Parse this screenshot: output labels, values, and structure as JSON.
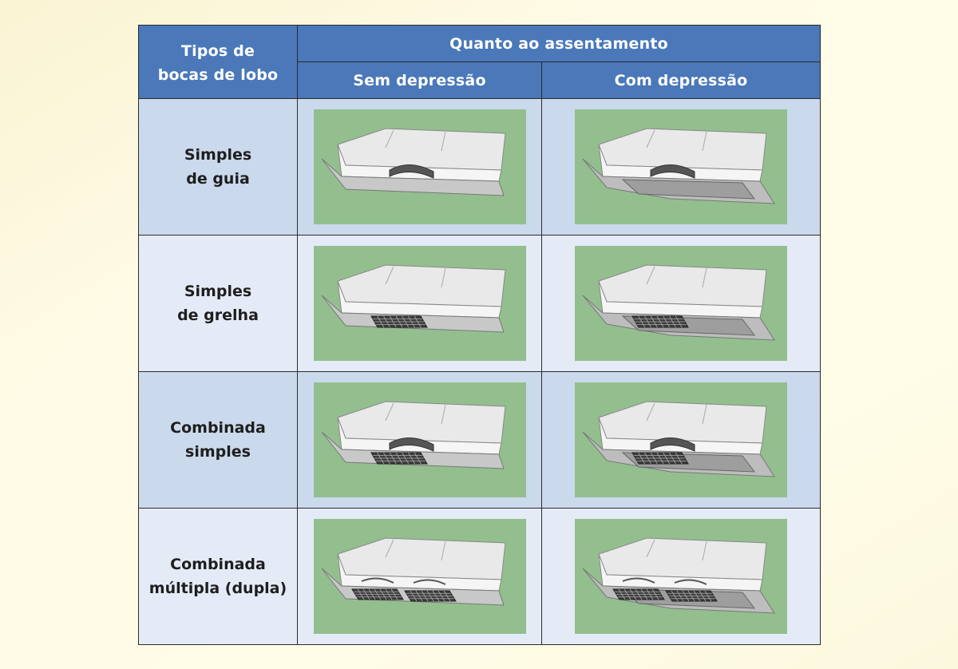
{
  "table": {
    "header": {
      "col0": "Tipos de bocas de lobo",
      "col0_line1": "Tipos de",
      "col0_line2": "bocas de lobo",
      "group": "Quanto ao assentamento",
      "sub_left": "Sem depressão",
      "sub_right": "Com depressão"
    },
    "rows": [
      {
        "line1": "Simples",
        "line2": "de guia",
        "variant": "guia"
      },
      {
        "line1": "Simples",
        "line2": "de grelha",
        "variant": "grelha"
      },
      {
        "line1": "Combinada",
        "line2": "simples",
        "variant": "combinada"
      },
      {
        "line1": "Combinada",
        "line2": "múltipla (dupla)",
        "variant": "multipla"
      }
    ]
  },
  "colors": {
    "header_bg": "#4a78b9",
    "row_dark": "#cbd9ec",
    "row_light": "#e4ebf7",
    "scene_green": "#93bf8e"
  }
}
